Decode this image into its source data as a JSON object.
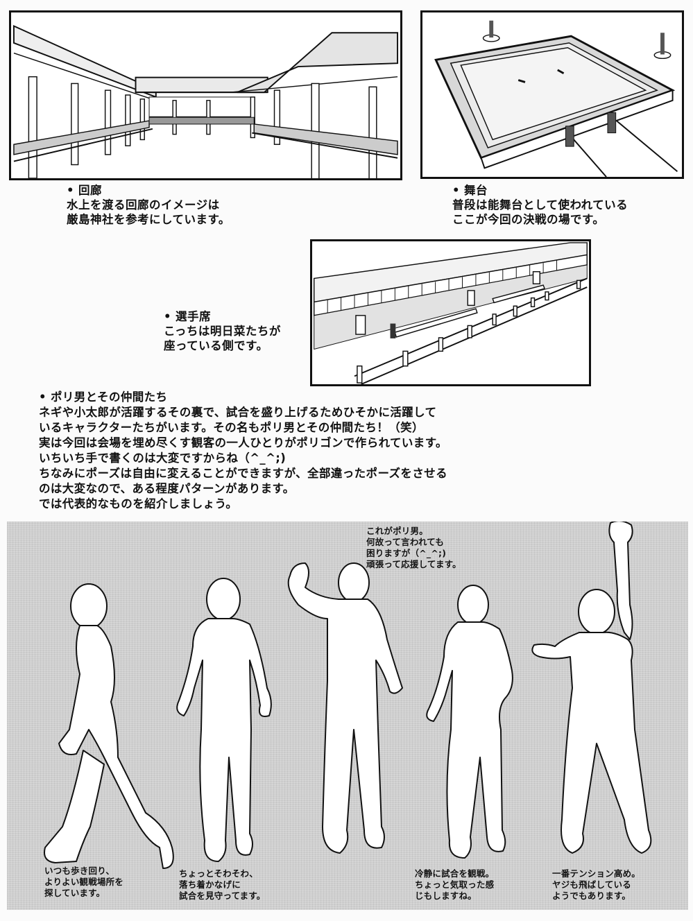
{
  "sections": {
    "corridor": {
      "title": "回廊",
      "lines": [
        "水上を渡る回廊のイメージは",
        "厳島神社を参考にしています。"
      ]
    },
    "stage": {
      "title": "舞台",
      "lines": [
        "普段は能舞台として使われている",
        "ここが今回の決戦の場です。"
      ]
    },
    "player_seats": {
      "title": "選手席",
      "lines": [
        "こっちは明日菜たちが",
        "座っている側です。"
      ]
    },
    "poly_men": {
      "title": "ポリ男とその仲間たち",
      "lines": [
        "ネギや小太郎が活躍するその裏で、試合を盛り上げるためひそかに活躍して",
        "いるキャラクターたちがいます。その名もポリ男とその仲間たち！（笑）",
        "実は今回は会場を埋め尽くす観客の一人ひとりがポリゴンで作られています。",
        "いちいち手で書くのは大変ですからね（^_^;)",
        "ちなみにポーズは自由に変えることができますが、全部違ったポーズをさせる",
        "のは大変なので、ある程度パターンがあります。",
        "では代表的なものを紹介しましょう。"
      ]
    }
  },
  "pose_captions": {
    "cheering_intro": [
      "これがポリ男。",
      "何故って言われても",
      "困りますが（^_^;)",
      "頑張って応援してます。"
    ],
    "walking": [
      "いつも歩き回り、",
      "よりよい観戦場所を",
      "探しています。"
    ],
    "restless": [
      "ちょっとそわそわ、",
      "落ち着かなげに",
      "試合を見守ってます。"
    ],
    "calm": [
      "冷静に試合を観戦。",
      "ちょっと気取った感",
      "じもしますね。"
    ],
    "excited": [
      "一番テンション高め。",
      "ヤジも飛ばしている",
      "ようでもあります。"
    ]
  },
  "colors": {
    "ink": "#111111",
    "paper": "#fbfbfb",
    "screen_tone": "#cfcfcf",
    "figure_fill": "#ffffff"
  }
}
